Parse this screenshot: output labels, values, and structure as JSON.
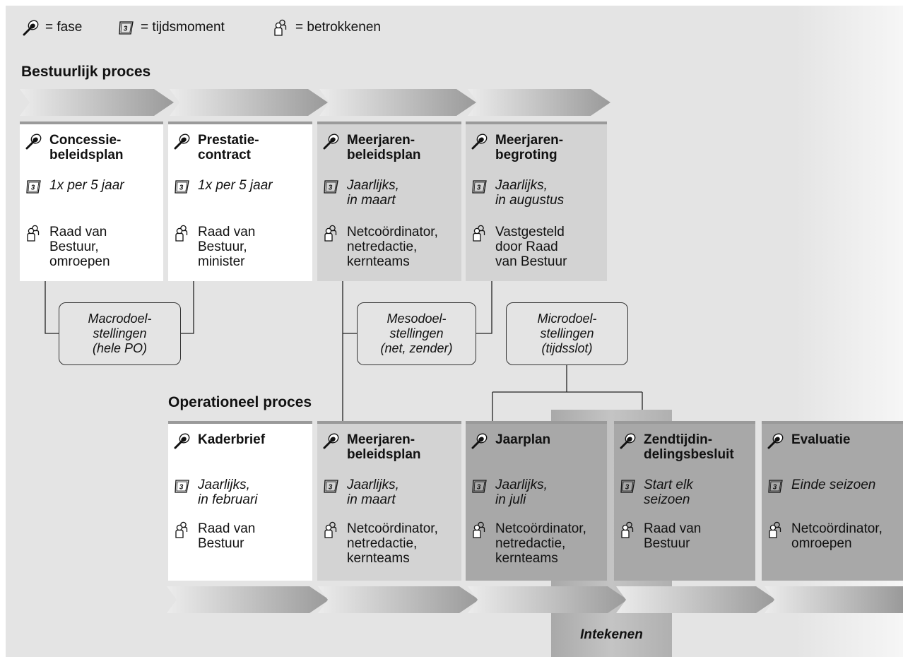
{
  "legend": {
    "fase_label": "= fase",
    "tijdsmoment_label": "= tijdsmoment",
    "betrokkenen_label": "= betrokkenen"
  },
  "icons": {
    "fase": "pin-icon",
    "tijdsmoment": "calendar-icon",
    "betrokkenen": "people-icon"
  },
  "colors": {
    "background": "#e4e4e4",
    "card_white": "#ffffff",
    "card_light": "#d3d3d3",
    "card_mid": "#a8a8a8",
    "arrow": "#a0a0a0"
  },
  "bestuurlijk": {
    "heading": "Bestuurlijk proces",
    "cards": [
      {
        "title_1": "Concessie-",
        "title_2": "beleidsplan",
        "time_1": "1x per 5 jaar",
        "time_2": "",
        "people_1": "Raad van",
        "people_2": "Bestuur,",
        "people_3": "omroepen"
      },
      {
        "title_1": "Prestatie-",
        "title_2": "contract",
        "time_1": "1x per 5 jaar",
        "time_2": "",
        "people_1": "Raad van",
        "people_2": "Bestuur,",
        "people_3": "minister"
      },
      {
        "title_1": "Meerjaren-",
        "title_2": "beleidsplan",
        "time_1": "Jaarlijks,",
        "time_2": "in maart",
        "people_1": "Netcoördinator,",
        "people_2": "netredactie,",
        "people_3": "kernteams"
      },
      {
        "title_1": "Meerjaren-",
        "title_2": "begroting",
        "time_1": "Jaarlijks,",
        "time_2": "in augustus",
        "people_1": "Vastgesteld",
        "people_2": "door Raad",
        "people_3": "van Bestuur"
      }
    ]
  },
  "objectives": {
    "macro": [
      "Macrodoel-",
      "stellingen",
      "(hele PO)"
    ],
    "meso": [
      "Mesodoel-",
      "stellingen",
      "(net, zender)"
    ],
    "micro": [
      "Microdoel-",
      "stellingen",
      "(tijdsslot)"
    ]
  },
  "operationeel": {
    "heading": "Operationeel proces",
    "cards": [
      {
        "title_1": "Kaderbrief",
        "title_2": "",
        "time_1": "Jaarlijks,",
        "time_2": "in februari",
        "people_1": "Raad van",
        "people_2": "Bestuur",
        "people_3": ""
      },
      {
        "title_1": "Meerjaren-",
        "title_2": "beleidsplan",
        "time_1": "Jaarlijks,",
        "time_2": "in maart",
        "people_1": "Netcoördinator,",
        "people_2": "netredactie,",
        "people_3": "kernteams"
      },
      {
        "title_1": "Jaarplan",
        "title_2": "",
        "time_1": "Jaarlijks,",
        "time_2": "in juli",
        "people_1": "Netcoördinator,",
        "people_2": "netredactie,",
        "people_3": "kernteams"
      },
      {
        "title_1": "Zendtijdin-",
        "title_2": "delingsbesluit",
        "time_1": "Start elk",
        "time_2": "seizoen",
        "people_1": "Raad van",
        "people_2": "Bestuur",
        "people_3": ""
      },
      {
        "title_1": "Evaluatie",
        "title_2": "",
        "time_1": "Einde seizoen",
        "time_2": "",
        "people_1": "Netcoördinator,",
        "people_2": "omroepen",
        "people_3": ""
      }
    ]
  },
  "intekenen_label": "Intekenen"
}
